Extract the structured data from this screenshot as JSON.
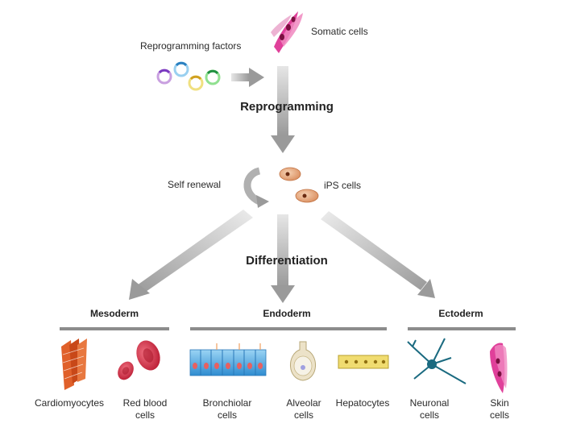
{
  "top": {
    "somatic_label": "Somatic cells",
    "factors_label": "Reprogramming factors"
  },
  "steps": {
    "reprogramming": "Reprogramming",
    "differentiation": "Differentiation"
  },
  "ips": {
    "self_renewal": "Self renewal",
    "ips_label": "iPS cells"
  },
  "germ_layers": [
    {
      "name": "Mesoderm",
      "cells": [
        {
          "line1": "Cardiomyocytes",
          "line2": ""
        },
        {
          "line1": "Red blood",
          "line2": "cells"
        }
      ]
    },
    {
      "name": "Endoderm",
      "cells": [
        {
          "line1": "Bronchiolar",
          "line2": "cells"
        },
        {
          "line1": "Alveolar",
          "line2": "cells"
        },
        {
          "line1": "Hepatocytes",
          "line2": ""
        }
      ]
    },
    {
      "name": "Ectoderm",
      "cells": [
        {
          "line1": "Neuronal",
          "line2": "cells"
        },
        {
          "line1": "Skin",
          "line2": "cells"
        }
      ]
    }
  ],
  "colors": {
    "arrow": "#a8a8a8",
    "bar": "#8c8c8c",
    "somatic": "#e0409a",
    "ips_cell": "#e8a87c",
    "cardio": "#e0602a",
    "rbc": "#d8334a",
    "bronchiolar": "#4aa8e0",
    "alveolar": "#e8dcc0",
    "hepatocyte": "#f0dc70",
    "neuron": "#1a6a80"
  }
}
